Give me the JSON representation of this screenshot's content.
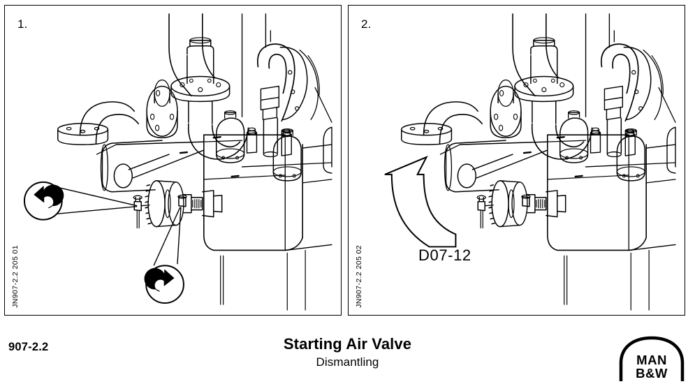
{
  "document": {
    "number": "907-2.2",
    "title": "Starting Air Valve",
    "subtitle": "Dismantling"
  },
  "brand": {
    "name": "MAN B&W",
    "line1": "MAN",
    "line2": "B&W"
  },
  "panels": [
    {
      "step": "1.",
      "figure_code": "JN907-2.2 205 01",
      "reference": "",
      "callouts": [
        {
          "name": "loosen-bolt-left",
          "direction": "counter-clockwise"
        },
        {
          "name": "loosen-bolt-right",
          "direction": "clockwise"
        }
      ]
    },
    {
      "step": "2.",
      "figure_code": "JN907-2.2 205 02",
      "reference": "D07-12",
      "callouts": [
        {
          "name": "lift-arrow",
          "direction": "up"
        }
      ]
    }
  ],
  "colors": {
    "line": "#000000",
    "background": "#ffffff"
  }
}
